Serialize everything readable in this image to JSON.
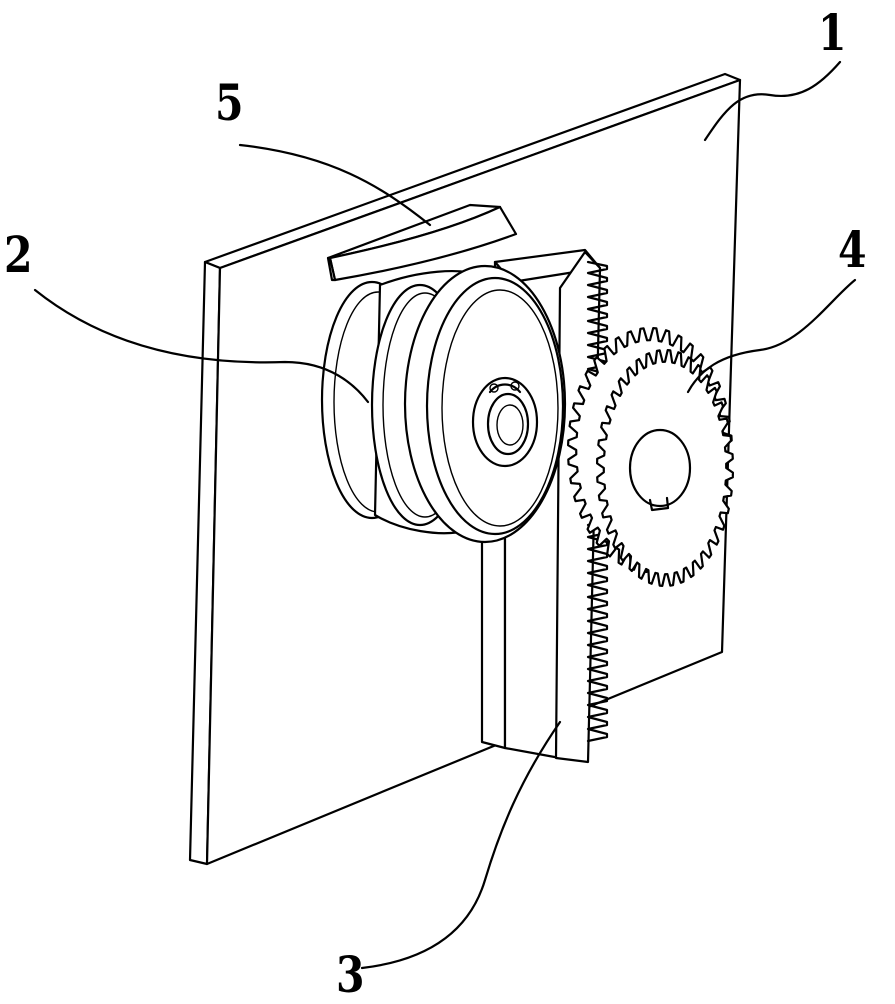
{
  "labels": {
    "plate": "1",
    "wheel": "2",
    "rack": "3",
    "gear": "4",
    "wedge": "5"
  },
  "colors": {
    "line": "#000000",
    "background": "#ffffff"
  }
}
